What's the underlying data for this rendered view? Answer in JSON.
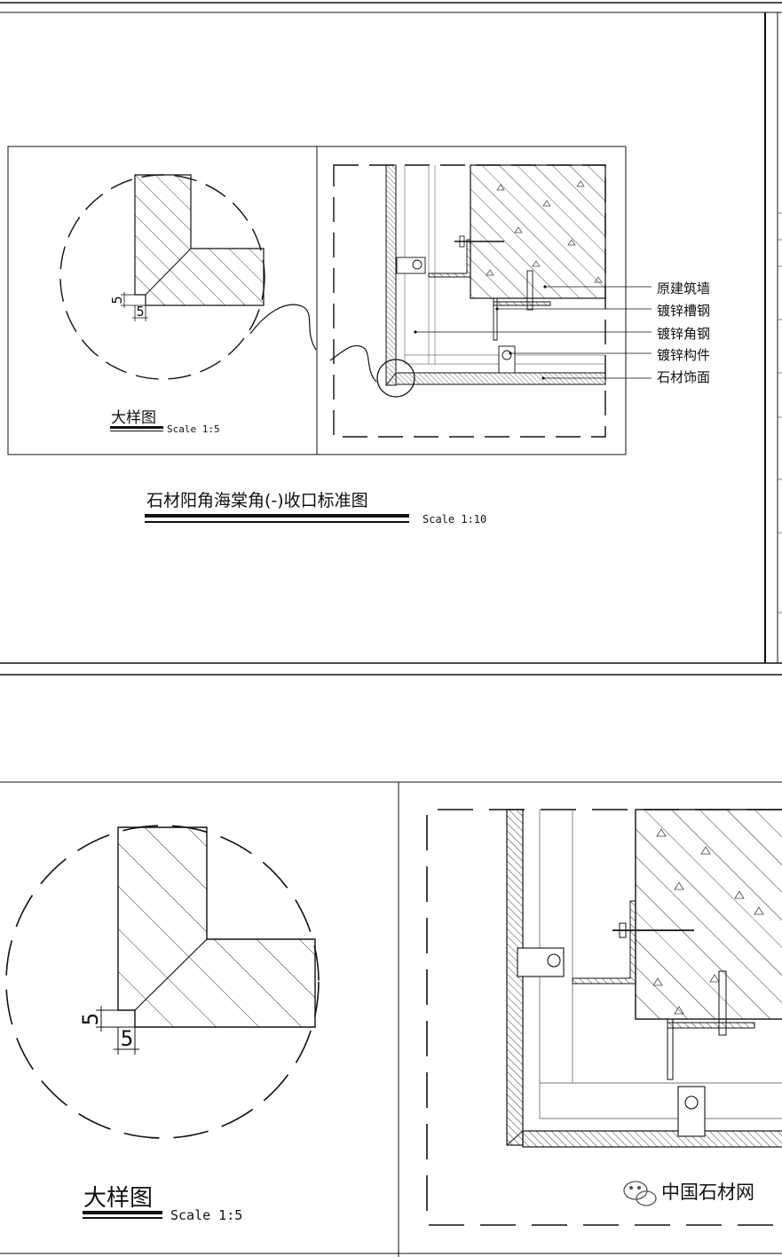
{
  "sheet_top": {
    "title": "石材阳角海棠角(-)收口标准图",
    "title_scale": "Scale 1:10",
    "detail_label": "大样图",
    "detail_scale": "Scale 1:5",
    "dim_a": "5",
    "dim_b": "5",
    "callouts": [
      "原建筑墙",
      "镀锌槽钢",
      "镀锌角钢",
      "镀锌构件",
      "石材饰面"
    ]
  },
  "sheet_bottom": {
    "detail_label": "大样图",
    "detail_scale": "Scale 1:5",
    "dim_a": "5",
    "dim_b": "5"
  },
  "watermark": {
    "text": "中国石材网",
    "icon": "wechat-icon"
  }
}
